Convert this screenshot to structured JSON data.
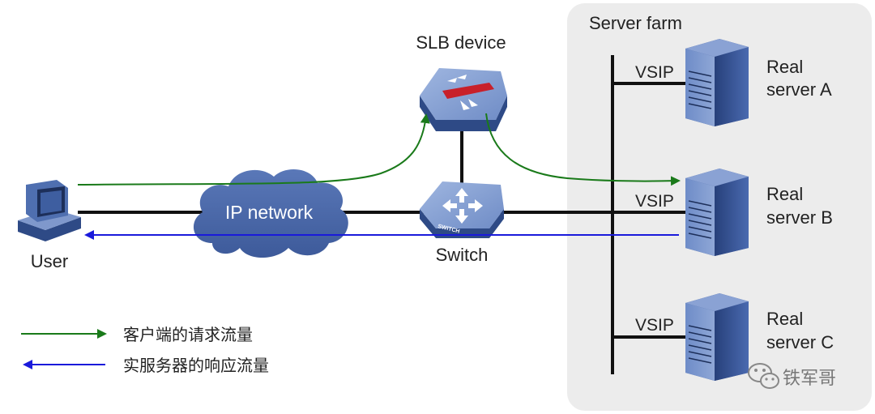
{
  "server_farm": {
    "title": "Server farm",
    "servers": [
      {
        "vsip": "VSIP",
        "name_line1": "Real",
        "name_line2": "server A"
      },
      {
        "vsip": "VSIP",
        "name_line1": "Real",
        "name_line2": "server B"
      },
      {
        "vsip": "VSIP",
        "name_line1": "Real",
        "name_line2": "server C"
      }
    ]
  },
  "nodes": {
    "slb": "SLB device",
    "network": "IP network",
    "switch": "Switch",
    "switch_badge": "SWITCH",
    "user": "User"
  },
  "legend": {
    "request": "客户端的请求流量",
    "response": "实服务器的响应流量"
  },
  "watermark": "铁军哥",
  "colors": {
    "request": "#1a7a1a",
    "response": "#1a1adb",
    "farm_bg": "#ececec",
    "device_blue": "#3f5f9e",
    "line": "#111111"
  }
}
